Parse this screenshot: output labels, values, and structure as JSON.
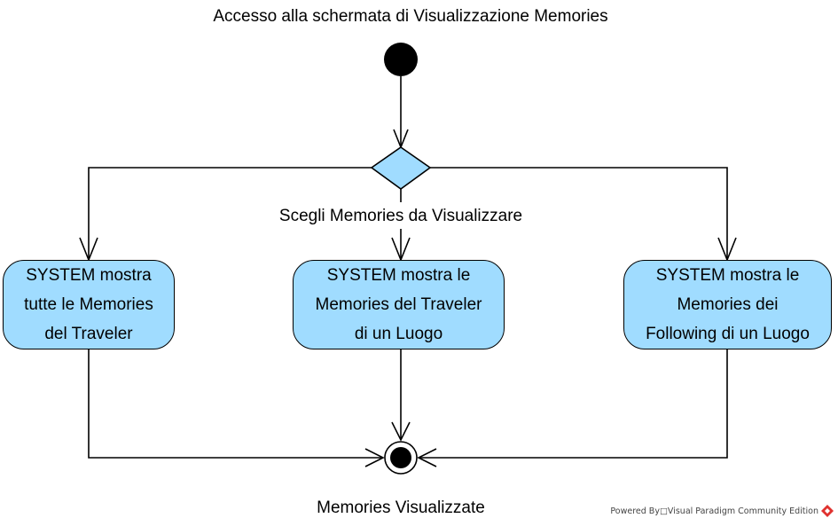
{
  "diagram": {
    "title": "Accesso alla schermata di Visualizzazione Memories",
    "decision_label": "Scegli Memories da Visualizzare",
    "final_label": "Memories Visualizzate",
    "actions": [
      {
        "lines": [
          "SYSTEM mostra",
          "tutte le Memories",
          "del Traveler"
        ]
      },
      {
        "lines": [
          "SYSTEM mostra le",
          "Memories del Traveler",
          "di un Luogo"
        ]
      },
      {
        "lines": [
          "SYSTEM mostra le",
          "Memories dei",
          "Following di un Luogo"
        ]
      }
    ]
  },
  "watermark": {
    "text": "Powered By□Visual Paradigm Community Edition"
  },
  "colors": {
    "action_fill": "#A0DCFF",
    "decision_fill": "#A0DCFF",
    "line": "#000000",
    "logo": "#E0322F"
  }
}
